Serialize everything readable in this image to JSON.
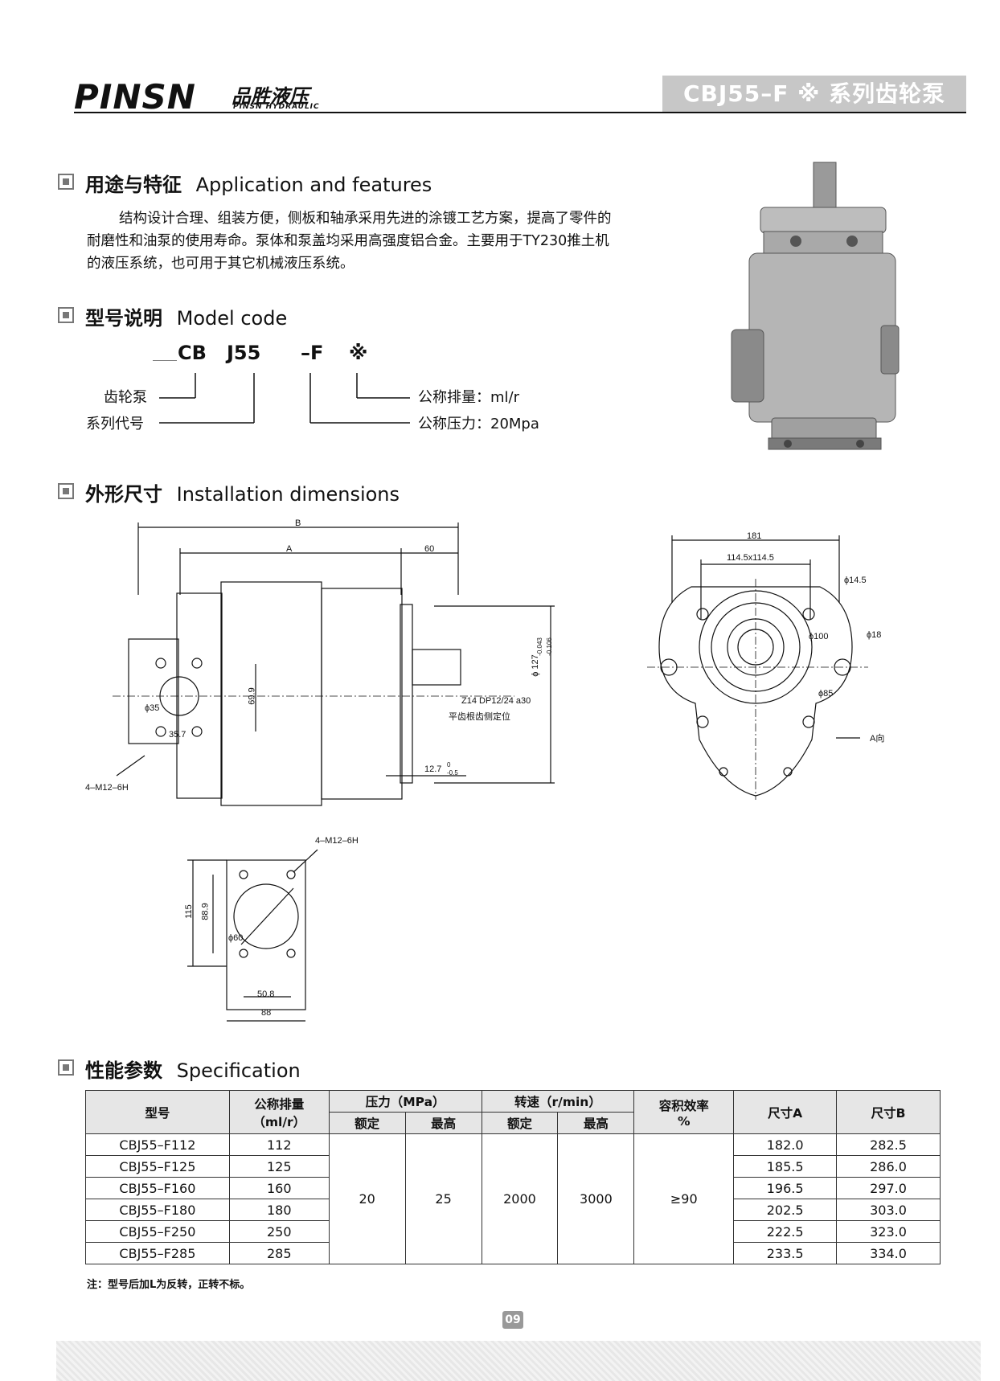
{
  "header": {
    "logo": "PINSN",
    "logo_cn": "品胜液压",
    "logo_en": "PINSN HYDRAULIC",
    "title": "CBJ55–F ※ 系列齿轮泵"
  },
  "sections": {
    "application": {
      "cn": "用途与特征",
      "en": "Application and features"
    },
    "model": {
      "cn": "型号说明",
      "en": "Model code"
    },
    "install": {
      "cn": "外形尺寸",
      "en": "Installation dimensions"
    },
    "spec": {
      "cn": "性能参数",
      "en": "Specification"
    }
  },
  "application_text": "结构设计合理、组装方便，侧板和轴承采用先进的涂镀工艺方案，提高了零件的耐磨性和油泵的使用寿命。泵体和泵盖均采用高强度铝合金。主要用于TY230推土机的液压系统，也可用于其它机械液压系统。",
  "model_code": {
    "p1": "CB",
    "p2": "J55",
    "p3": "–F",
    "p4": "※",
    "l1": "齿轮泵",
    "l2": "系列代号",
    "r1": "公称排量：ml/r",
    "r2": "公称压力：20Mpa"
  },
  "dims": {
    "B": "B",
    "A": "A",
    "d60": "60",
    "d699": "69.9",
    "phi35": "ϕ35",
    "d357": "35.7",
    "m12": "4–M12–6H",
    "spline": "Z14  DP12/24  a30",
    "spline_cn": "平齿根齿侧定位",
    "d127": "12.7",
    "d127tol_top": "0",
    "d127tol_bot": "-0.5",
    "phi127": "ϕ 127",
    "phi127tol_top": "-0.043",
    "phi127tol_bot": "-0.106",
    "d181": "181",
    "d1145": "114.5x114.5",
    "phi145": "ϕ14.5",
    "phi18": "ϕ18",
    "phi100": "ϕ100",
    "phi85": "ϕ85",
    "aview": "A向",
    "m12b": "4–M12–6H",
    "d115": "115",
    "d889": "88.9",
    "phi60": "ϕ60",
    "d508": "50.8",
    "d88": "88"
  },
  "table": {
    "h_model": "型号",
    "h_disp": "公称排量",
    "h_disp_unit": "（ml/r）",
    "h_press": "压力（MPa）",
    "h_speed": "转速（r/min）",
    "h_eff": "容积效率",
    "h_eff_unit": "%",
    "h_A": "尺寸A",
    "h_B": "尺寸B",
    "h_rated": "额定",
    "h_max": "最高",
    "h_rated2": "额定",
    "h_max2": "最高",
    "rows": [
      {
        "model": "CBJ55–F112",
        "disp": "112",
        "A": "182.0",
        "B": "282.5"
      },
      {
        "model": "CBJ55–F125",
        "disp": "125",
        "A": "185.5",
        "B": "286.0"
      },
      {
        "model": "CBJ55–F160",
        "disp": "160",
        "A": "196.5",
        "B": "297.0"
      },
      {
        "model": "CBJ55–F180",
        "disp": "180",
        "A": "202.5",
        "B": "303.0"
      },
      {
        "model": "CBJ55–F250",
        "disp": "250",
        "A": "222.5",
        "B": "323.0"
      },
      {
        "model": "CBJ55–F285",
        "disp": "285",
        "A": "233.5",
        "B": "334.0"
      }
    ],
    "p_rated": "20",
    "p_max": "25",
    "s_rated": "2000",
    "s_max": "3000",
    "eff": "≥90"
  },
  "note": "注：型号后加L为反转，正转不标。",
  "page_number": "09"
}
